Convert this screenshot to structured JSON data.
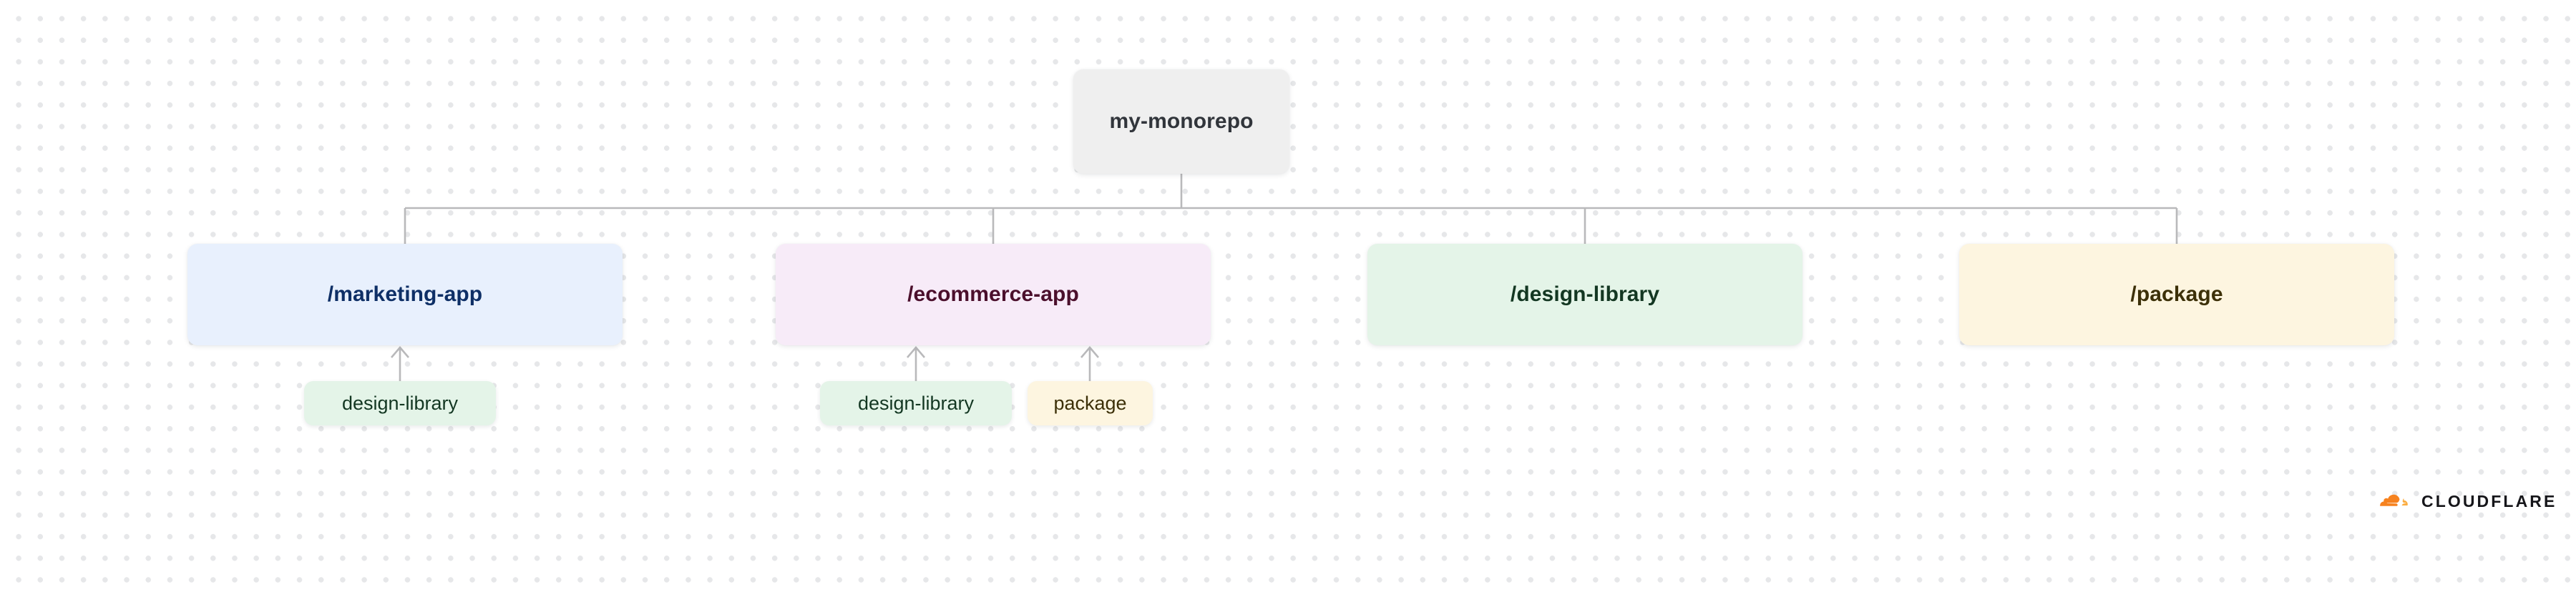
{
  "diagram": {
    "type": "monorepo-dependency-tree",
    "root": {
      "id": "root",
      "label": "my-monorepo",
      "bg": "#efefef",
      "fg": "#31353b"
    },
    "children": [
      {
        "id": "marketing-app",
        "label": "/marketing-app",
        "bg": "#e8f0fd",
        "fg": "#0e2f66",
        "dependencies": [
          {
            "id": "dep-marketing-design-library",
            "label": "design-library",
            "bg": "#e4f4e8",
            "fg": "#133722"
          }
        ]
      },
      {
        "id": "ecommerce-app",
        "label": "/ecommerce-app",
        "bg": "#f7ebf8",
        "fg": "#4b0f2c",
        "dependencies": [
          {
            "id": "dep-ecommerce-design-library",
            "label": "design-library",
            "bg": "#e4f4e8",
            "fg": "#133722"
          },
          {
            "id": "dep-ecommerce-package",
            "label": "package",
            "bg": "#fdf5e0",
            "fg": "#3c3008"
          }
        ]
      },
      {
        "id": "design-library",
        "label": "/design-library",
        "bg": "#e4f4e8",
        "fg": "#133722",
        "dependencies": []
      },
      {
        "id": "package",
        "label": "/package",
        "bg": "#fdf5e0",
        "fg": "#3c3008",
        "dependencies": []
      }
    ],
    "connector_color": "#b9b9bb",
    "background": {
      "color": "#ffffff",
      "dot_color": "#e6e7e9"
    }
  },
  "branding": {
    "wordmark": "CLOUDFLARE",
    "mark_color_primary": "#f6821f",
    "mark_color_secondary": "#fbad41",
    "wordmark_color": "#16161a"
  }
}
